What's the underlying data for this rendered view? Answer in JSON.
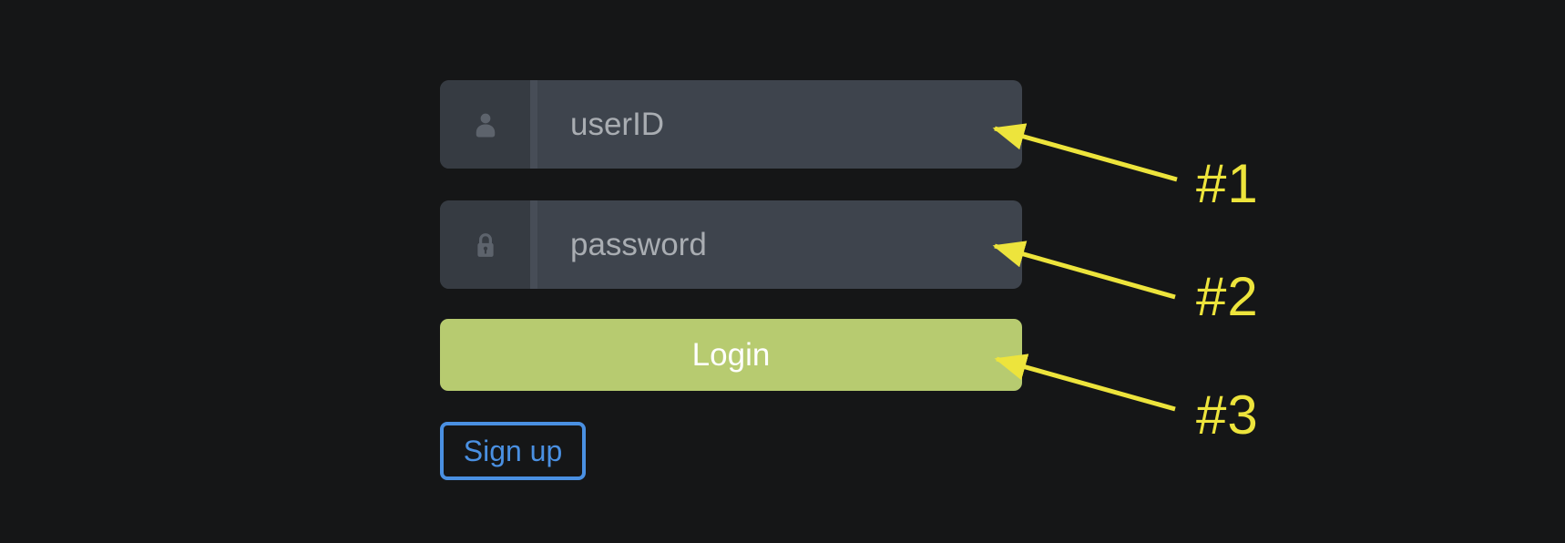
{
  "login_form": {
    "user_field": {
      "placeholder": "userID",
      "icon": "user-icon"
    },
    "password_field": {
      "placeholder": "password",
      "icon": "lock-icon"
    },
    "login_button": {
      "label": "Login"
    },
    "signup_button": {
      "label": "Sign up"
    }
  },
  "annotations": [
    {
      "label": "#1",
      "points_to": "userid-field"
    },
    {
      "label": "#2",
      "points_to": "password-field"
    },
    {
      "label": "#3",
      "points_to": "login-button"
    }
  ],
  "colors": {
    "background": "#151617",
    "field_background": "#3e444d",
    "field_icon_background": "#363b42",
    "field_divider": "#474d57",
    "placeholder_text": "#a9adb2",
    "icon_gray": "#5d636c",
    "login_button_background": "#b7cb70",
    "login_button_text": "#ffffff",
    "signup_blue": "#4a90e2",
    "annotation_yellow": "#ede43c"
  }
}
